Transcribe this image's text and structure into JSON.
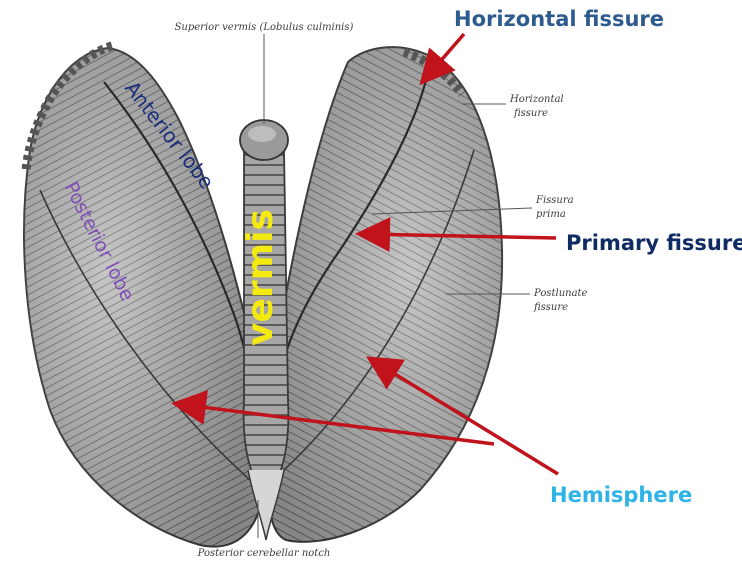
{
  "diagram": {
    "colors": {
      "background": "#ffffff",
      "arrow": "#c0131b",
      "horizontal_fissure_label": "#2d5b8e",
      "primary_fissure_label": "#0e2c63",
      "hemisphere_label": "#2db3e6",
      "anterior_lobe_label": "#1b2d7a",
      "posterior_lobe_label": "#7f4fb6",
      "vermis_label": "#f4ea10",
      "engraving_ink": "#3c3c3c",
      "engraving_fill": "#a9a9a9"
    },
    "labels": {
      "horizontal_fissure": "Horizontal fissure",
      "primary_fissure": "Primary fissure",
      "hemisphere": "Hemisphere",
      "anterior_lobe": "Anterior lobe",
      "posterior_lobe": "Posterior lobe",
      "vermis": "vermis"
    },
    "engraving_text": {
      "superior_vermis": "Superior vermis (Lobulus culminis)",
      "horizontal_fissure": [
        "Horizontal",
        "fissure"
      ],
      "primary_fissure": [
        "Fissura",
        "prima"
      ],
      "postlunate_fissure": [
        "Postlunate",
        "fissure"
      ],
      "posterior_notch": "Posterior cerebellar notch"
    }
  }
}
